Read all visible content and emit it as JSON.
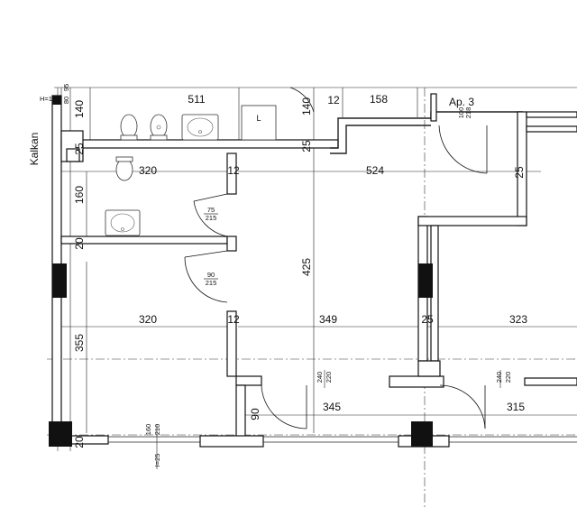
{
  "labels": {
    "side": "Kalkan",
    "unit": "Ap. 3",
    "floor_corner": "L"
  },
  "top_dims": {
    "d_140_left": "140",
    "d_511": "511",
    "d_140_mid": "140",
    "d_12_top": "12",
    "d_158": "158",
    "h_140": "H=140",
    "d_80": "80",
    "d_95": "95"
  },
  "room_dims": {
    "d_25_a": "25",
    "d_25_b": "25",
    "d_25_c": "25",
    "d_320_top": "320",
    "d_12_a": "12",
    "d_524": "524",
    "d_160": "160",
    "d_20_a": "20",
    "d_425": "425",
    "d_320_bottom": "320",
    "d_12_b": "12",
    "d_349": "349",
    "d_25_d": "25",
    "d_323": "323",
    "d_355": "355",
    "d_345": "345",
    "d_315": "315",
    "d_90": "90",
    "d_20_b": "20"
  },
  "door_tags": {
    "door1_w": "75",
    "door1_h": "215",
    "door2_w": "90",
    "door2_h": "215",
    "ap3_w": "100",
    "ap3_h": "218",
    "win1_w": "240",
    "win1_h": "220",
    "win2_w": "240",
    "win2_h": "220",
    "win3_w": "160",
    "win3_h": "210",
    "sill": "I=25"
  }
}
